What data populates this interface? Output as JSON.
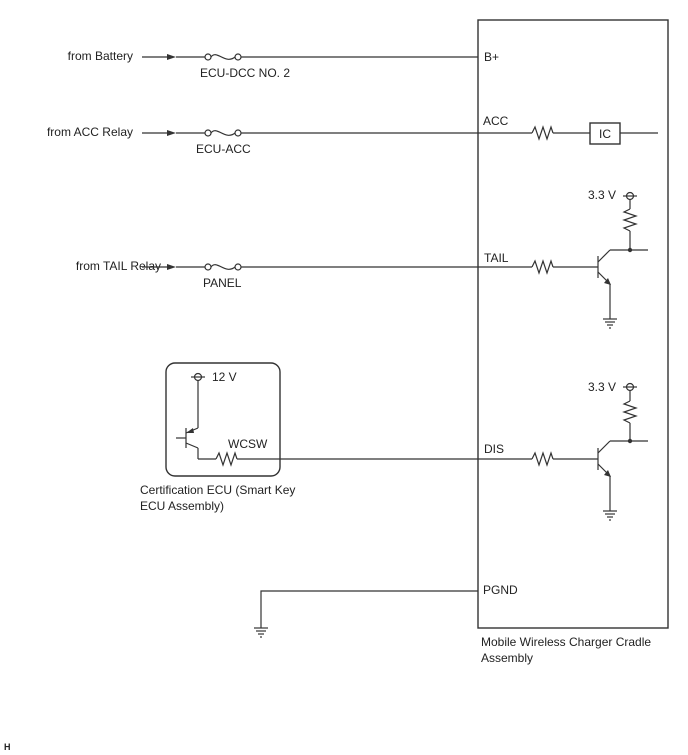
{
  "sources": {
    "battery": "from Battery",
    "acc_relay": "from ACC Relay",
    "tail_relay": "from TAIL Relay"
  },
  "fuses": {
    "ecu_dcc": "ECU-DCC NO. 2",
    "ecu_acc": "ECU-ACC",
    "panel": "PANEL"
  },
  "charger": {
    "name_line1": "Mobile Wireless Charger Cradle",
    "name_line2": "Assembly",
    "pins": {
      "b_plus": "B+",
      "acc": "ACC",
      "tail": "TAIL",
      "dis": "DIS",
      "pgnd": "PGND"
    },
    "ic_label": "IC",
    "vref_tail": "3.3 V",
    "vref_dis": "3.3 V"
  },
  "cert_ecu": {
    "name_line1": "Certification ECU (Smart Key",
    "name_line2": "ECU Assembly)",
    "vref": "12 V",
    "pin_wcsw": "WCSW"
  },
  "corner_mark": "H"
}
